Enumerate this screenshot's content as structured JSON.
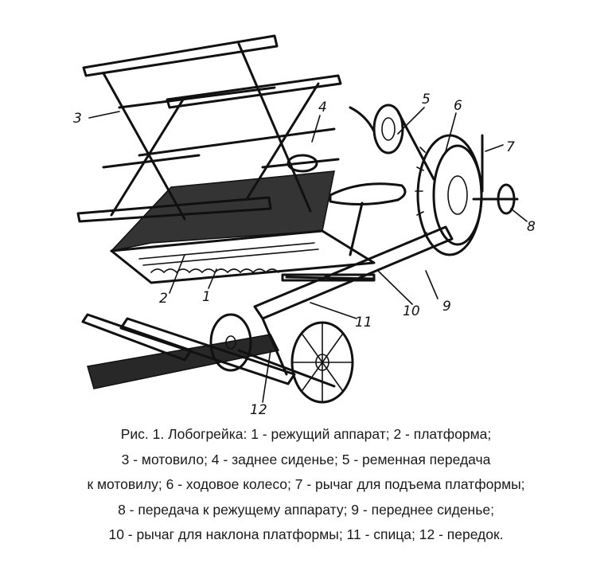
{
  "figure": {
    "callouts": [
      {
        "id": "1",
        "text": "1"
      },
      {
        "id": "2",
        "text": "2"
      },
      {
        "id": "3",
        "text": "3"
      },
      {
        "id": "4",
        "text": "4"
      },
      {
        "id": "5",
        "text": "5"
      },
      {
        "id": "6",
        "text": "6"
      },
      {
        "id": "7",
        "text": "7"
      },
      {
        "id": "8",
        "text": "8"
      },
      {
        "id": "9",
        "text": "9"
      },
      {
        "id": "10",
        "text": "10"
      },
      {
        "id": "11",
        "text": "11"
      },
      {
        "id": "12",
        "text": "12"
      }
    ]
  },
  "caption": {
    "lines": [
      "Рис. 1. Лобогрейка: 1 - режущий аппарат; 2 - платформа;",
      "3 - мотовило; 4 - заднее сиденье; 5 - ременная передача",
      "к мотовилу; 6 - ходовое колесо; 7 - рычаг для подъема платформы;",
      "8 - передача к режущему аппарату; 9 - переднее сиденье;",
      "10 - рычаг для наклона платформы; 11 - спица; 12 - передок."
    ]
  }
}
